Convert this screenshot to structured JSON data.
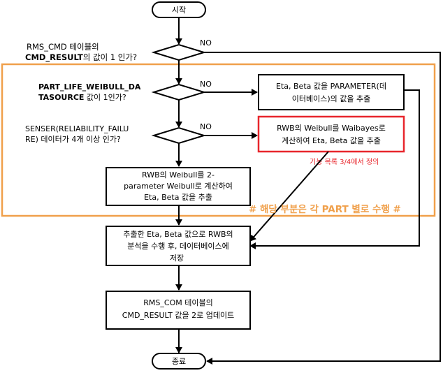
{
  "start": "시작",
  "end": "종료",
  "decision1": {
    "label_line1": "RMS_CMD 테이블의",
    "label_line2_bold": "CMD_RESULT",
    "label_line2_rest": "의 값이 1 인가?",
    "no": "NO"
  },
  "decision2": {
    "label_line1": "PART_LIFE_WEIBULL_DA",
    "label_line2_bold": "TASOURCE",
    "label_line2_rest": " 값이 1인가?",
    "no": "NO"
  },
  "decision3": {
    "label_line1_bold": "SENSER(RELIABILITY_FAILU",
    "label_line2_bold": "RE)",
    "label_line2_rest": " 데이터가 4개 이상 인가?",
    "no": "NO"
  },
  "box_param": {
    "line1": "Eta, Beta 값을 PARAMETER(데",
    "line2": "이터베이스)의 값을 추출"
  },
  "box_waibayes": {
    "line1": "RWB의 Weibull를 Waibayes로",
    "line2": "계산하여 Eta, Beta 값을 추출"
  },
  "note_red": "기능 목록 3/4에서 정의",
  "box_2param": {
    "line1": "RWB의 Weibull를 2-",
    "line2": "parameter Weibull로 계산하여",
    "line3": "Eta, Beta 값을 추출"
  },
  "scope_label": "# 해당 부분은 각 PART 별로 수행 #",
  "box_analysis": {
    "line1": "추출한 Eta, Beta 값으로 RWB의",
    "line2": "분석을 수행 후, 데이터베이스에",
    "line3": "저장"
  },
  "box_update": {
    "line1": "RMS_COM 테이블의",
    "line2": "CMD_RESULT 값을 2로 업데이트"
  },
  "colors": {
    "scope_border": "#f0a04b",
    "highlight_border": "#e8262c",
    "line": "#000000"
  }
}
